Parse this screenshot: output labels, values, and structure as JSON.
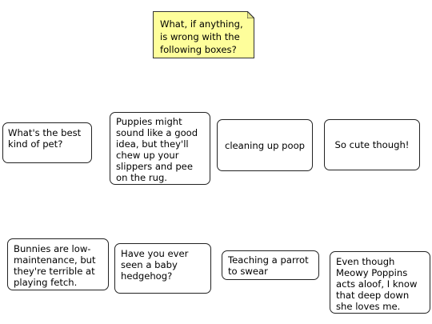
{
  "note": {
    "line1": "What, if anything,",
    "line2": "is wrong with the",
    "line3": "following boxes?",
    "fill": "#fefe9b"
  },
  "boxes": [
    {
      "text": "What's the best kind of pet?"
    },
    {
      "text": "Puppies might sound like a good idea, but they'll chew up your slippers and pee on the rug."
    },
    {
      "text": "cleaning up poop"
    },
    {
      "text": "So cute though!"
    },
    {
      "text": "Bunnies are low-maintenance, but they're terrible at playing fetch."
    },
    {
      "text": "Have you ever seen a baby hedgehog?"
    },
    {
      "text": "Teaching a parrot to swear"
    },
    {
      "text": "Even though Meowy Poppins acts aloof, I know that deep down she loves me."
    }
  ]
}
